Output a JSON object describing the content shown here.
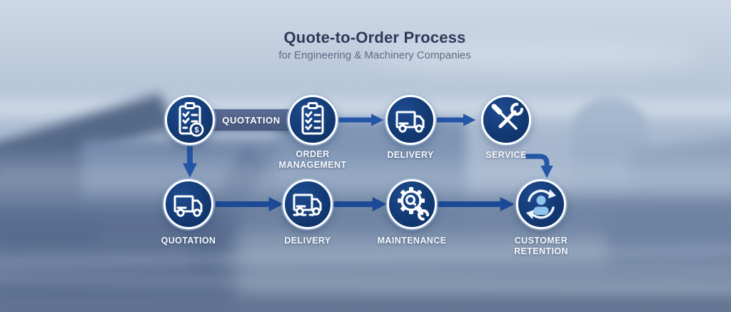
{
  "header": {
    "title": "Quote-to-Order Process",
    "subtitle": "for Engineering & Machinery Companies"
  },
  "flow": {
    "connector_label": "QUOTATION",
    "row1": [
      {
        "icon": "clipboard-dollar-icon",
        "label": ""
      },
      {
        "icon": "clipboard-checklist-icon",
        "label": "ORDER MANAGEMENT"
      },
      {
        "icon": "delivery-truck-icon",
        "label": "DELIVERY"
      },
      {
        "icon": "service-tools-icon",
        "label": "SERVICE"
      }
    ],
    "row2": [
      {
        "icon": "delivery-truck-icon",
        "label": "QUOTATION"
      },
      {
        "icon": "delivery-truck-icon",
        "label": "DELIVERY"
      },
      {
        "icon": "gear-wrench-icon",
        "label": "MAINTENANCE"
      },
      {
        "icon": "customer-loop-icon",
        "label": "CUSTOMER RETENTION"
      }
    ]
  },
  "colors": {
    "circle_fill": "#123a74",
    "circle_ring": "#ffffff",
    "arrow_blue": "#2456a8",
    "arrow_dark": "#1c4a97",
    "connector_bar": "#51628a",
    "title_text": "#2d3b58",
    "subtitle_text": "#5f6c84",
    "label_text": "#f5f8fc",
    "person_accent": "#8fc4ee"
  }
}
